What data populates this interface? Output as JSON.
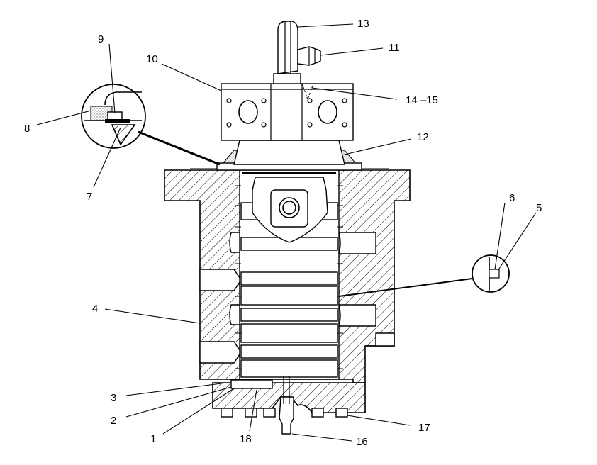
{
  "callouts": [
    {
      "id": "c1",
      "label": "1"
    },
    {
      "id": "c2",
      "label": "2"
    },
    {
      "id": "c3",
      "label": "3"
    },
    {
      "id": "c4",
      "label": "4"
    },
    {
      "id": "c5",
      "label": "5"
    },
    {
      "id": "c6",
      "label": "6"
    },
    {
      "id": "c7",
      "label": "7"
    },
    {
      "id": "c8",
      "label": "8"
    },
    {
      "id": "c9",
      "label": "9"
    },
    {
      "id": "c10",
      "label": "10"
    },
    {
      "id": "c11",
      "label": "11"
    },
    {
      "id": "c12",
      "label": "12"
    },
    {
      "id": "c13",
      "label": "13"
    },
    {
      "id": "c14",
      "label": "14 –15"
    },
    {
      "id": "c16",
      "label": "16"
    },
    {
      "id": "c17",
      "label": "17"
    },
    {
      "id": "c18",
      "label": "18"
    }
  ]
}
